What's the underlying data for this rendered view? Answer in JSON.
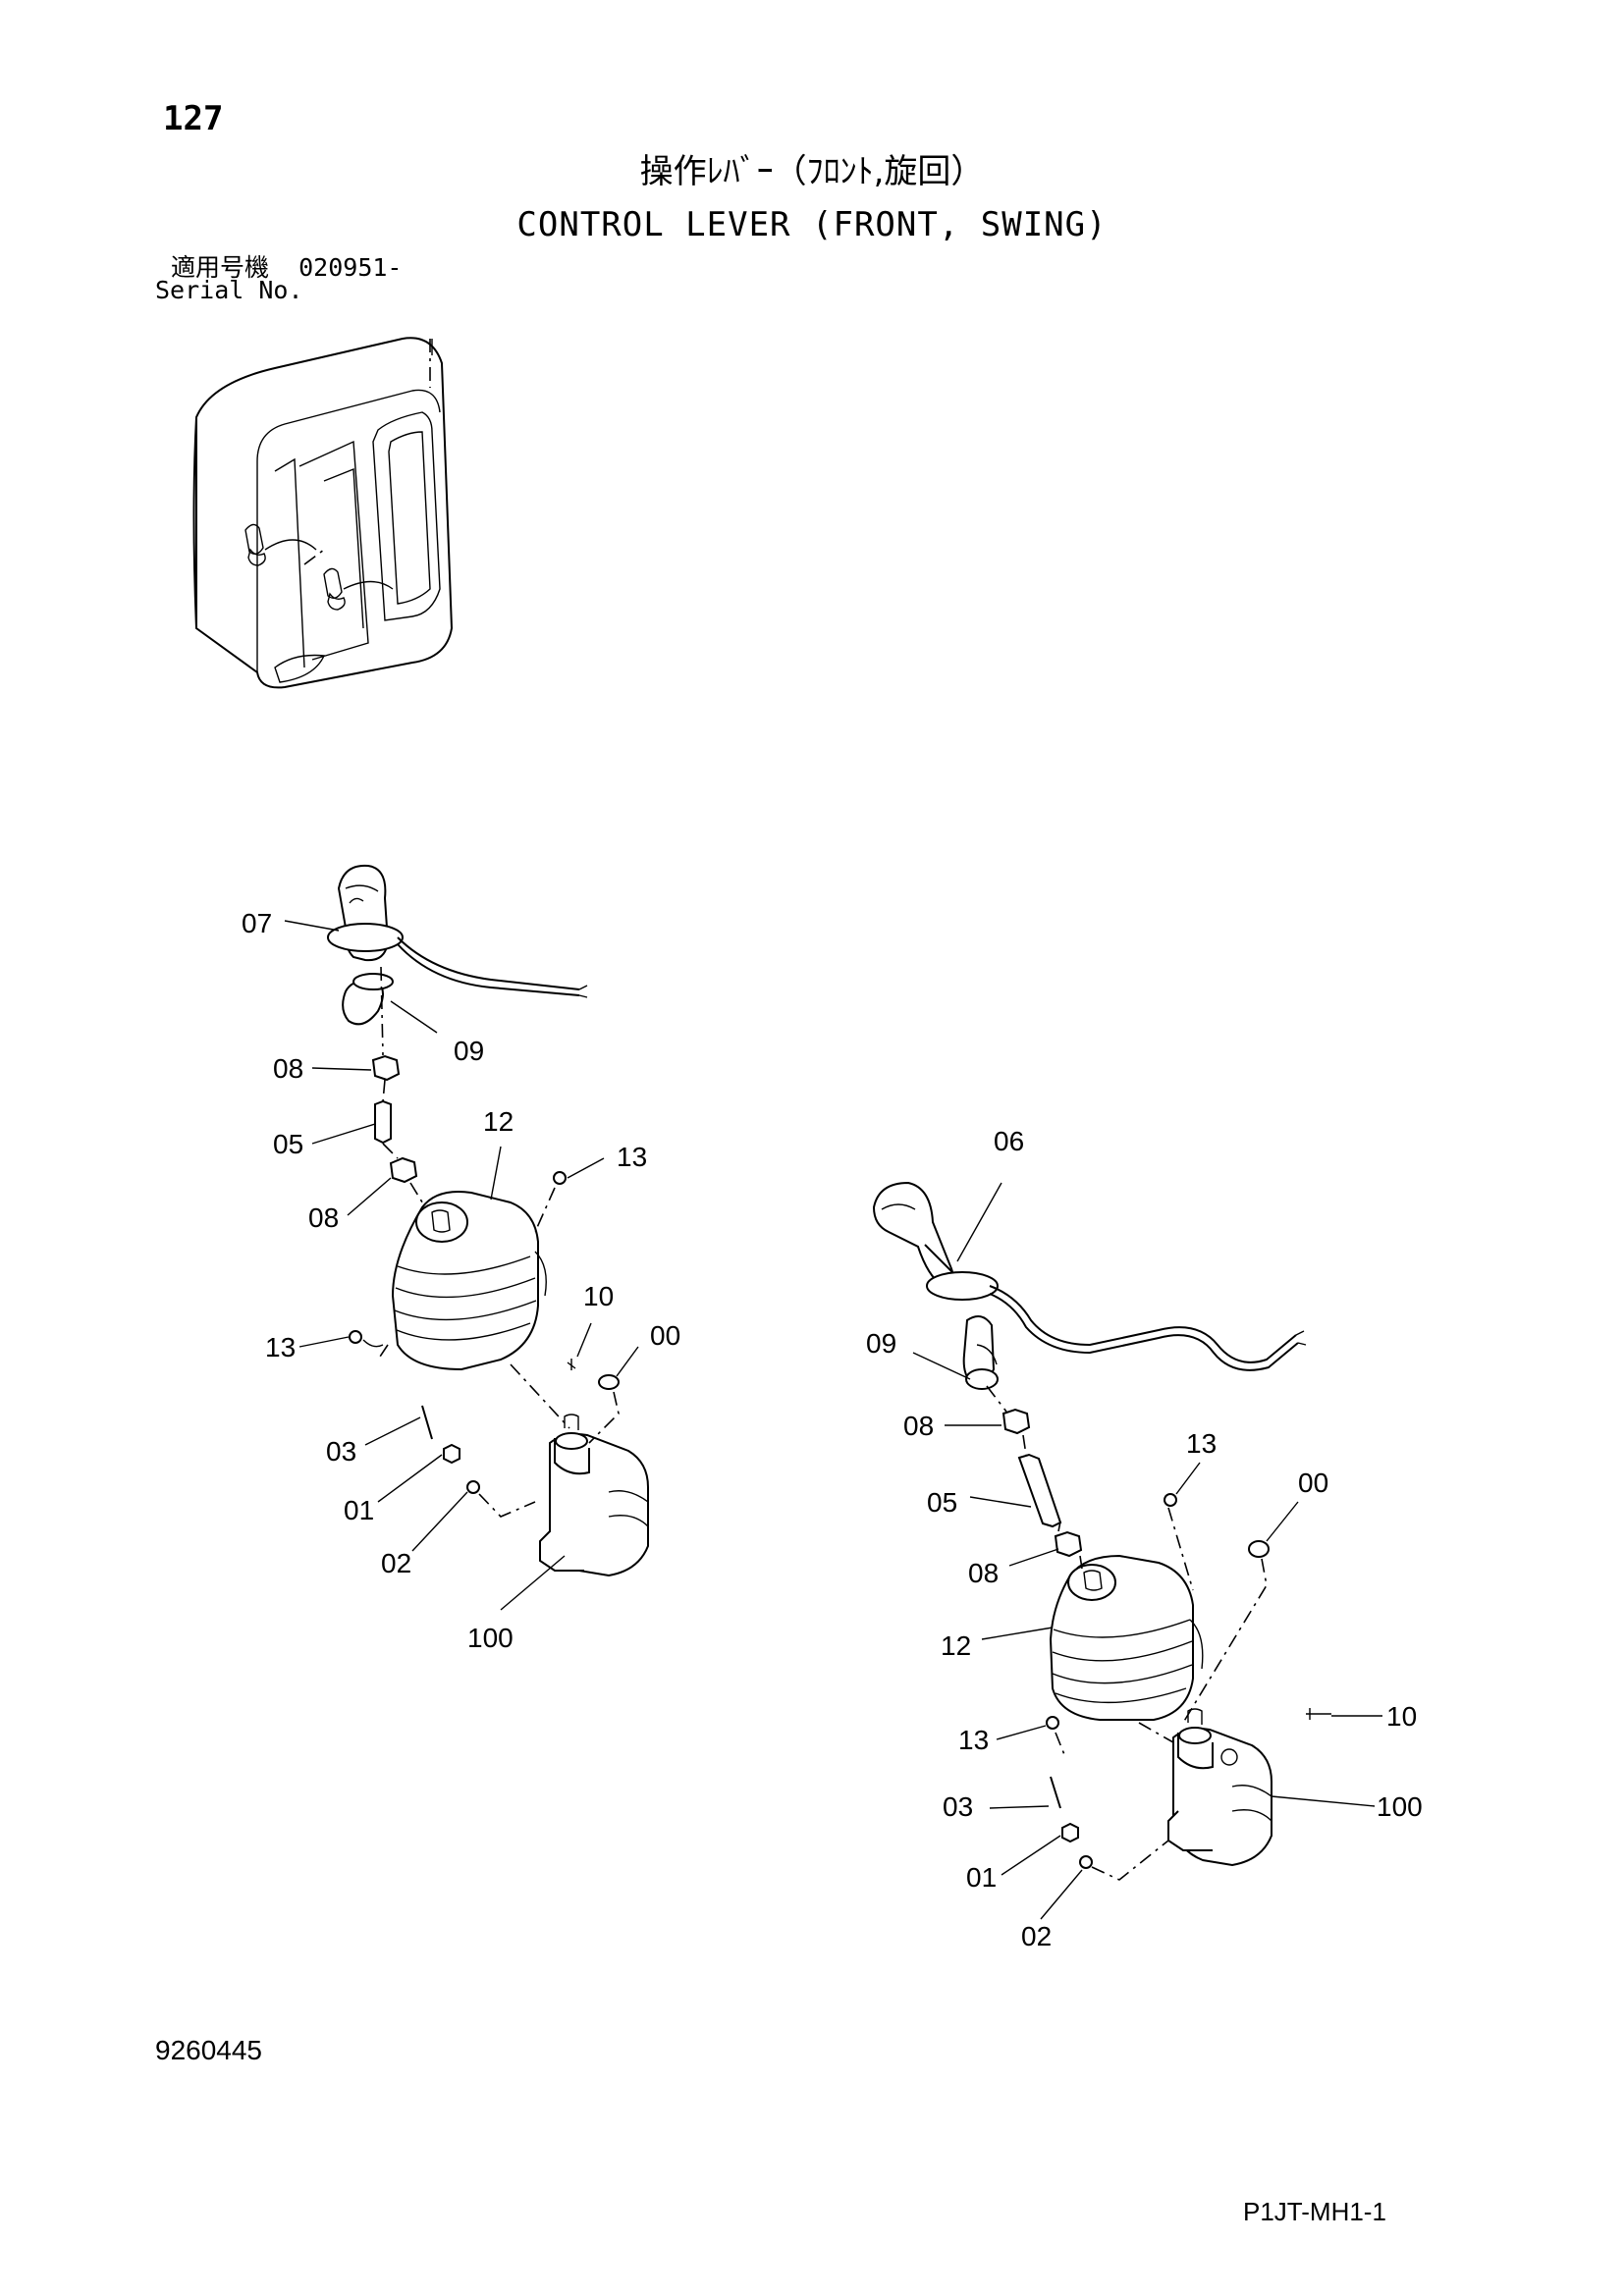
{
  "header": {
    "page_number": "127",
    "title_jp": "操作ﾚﾊﾞｰ（ﾌﾛﾝﾄ,旋回）",
    "title_en": "CONTROL LEVER (FRONT, SWING)",
    "serial_label_jp": "適用号機",
    "serial_value": "020951-",
    "serial_label_en": "Serial No."
  },
  "footer": {
    "document_number": "9260445",
    "sheet_code": "P1JT-MH1-1"
  },
  "callouts": {
    "left": {
      "c07": "07",
      "c09": "09",
      "c08a": "08",
      "c05": "05",
      "c12": "12",
      "c13a": "13",
      "c08b": "08",
      "c13b": "13",
      "c10": "10",
      "c00": "00",
      "c03": "03",
      "c01": "01",
      "c02": "02",
      "c100": "100"
    },
    "right": {
      "c06": "06",
      "c09": "09",
      "c08a": "08",
      "c13a": "13",
      "c00": "00",
      "c05": "05",
      "c08b": "08",
      "c12": "12",
      "c10": "10",
      "c13b": "13",
      "c100": "100",
      "c03": "03",
      "c01": "01",
      "c02": "02"
    }
  }
}
